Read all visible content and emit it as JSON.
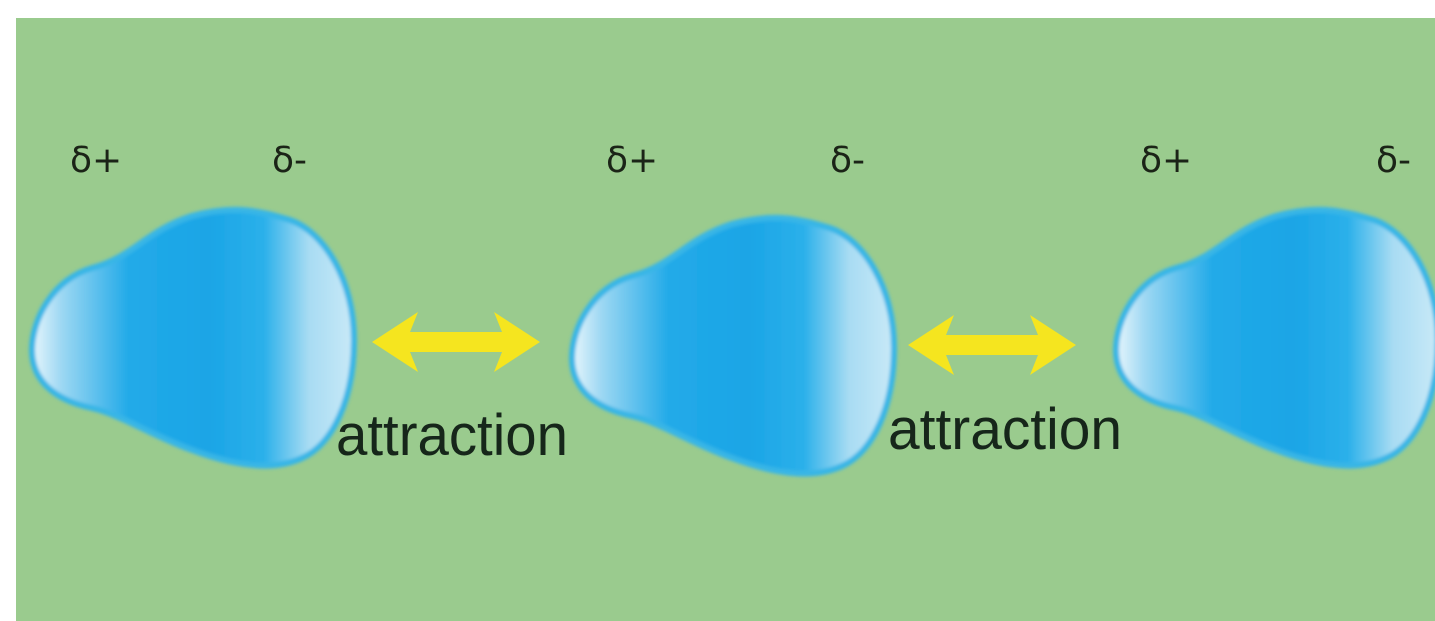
{
  "background_color": "#9acb8e",
  "molecule_color": "#1aa6e6",
  "arrow_color": "#f5e51f",
  "molecules": [
    {
      "positive_label": "δ+",
      "negative_label": "δ-"
    },
    {
      "positive_label": "δ+",
      "negative_label": "δ-"
    },
    {
      "positive_label": "δ+",
      "negative_label": "δ-"
    }
  ],
  "attractions": [
    {
      "label": "attraction"
    },
    {
      "label": "attraction"
    }
  ]
}
